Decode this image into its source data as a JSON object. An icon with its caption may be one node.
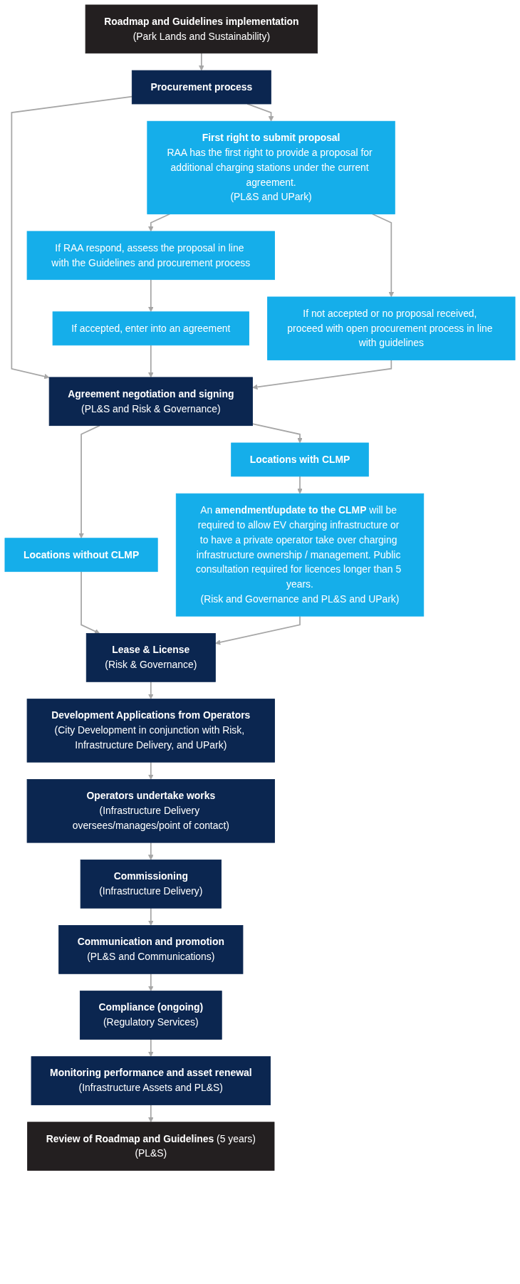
{
  "diagram": {
    "nodes": [
      {
        "text": [
          "Roadmap and Guidelines implementation",
          "(Park Lands and Sustainability)"
        ]
      },
      {
        "text": [
          "Procurement process"
        ]
      },
      {
        "text": [
          "First right to submit proposal",
          "RAA has the first right to provide a proposal for additional charging stations under the current agreement.",
          "(PL&S and UPark)"
        ]
      },
      {
        "text": [
          "If RAA respond, assess the proposal in line with the Guidelines and procurement process"
        ]
      },
      {
        "text": [
          "If not accepted or no proposal received, proceed with open procurement process in line with guidelines"
        ]
      },
      {
        "text": [
          "If accepted, enter into an agreement"
        ]
      },
      {
        "text": [
          "Agreement negotiation and signing",
          "(PL&S and Risk & Governance)"
        ]
      },
      {
        "text": [
          "Locations without CLMP"
        ]
      },
      {
        "text": [
          "Locations with CLMP"
        ]
      },
      {
        "text": [
          "An **amendment/update to the CLMP** will be required to allow EV charging infrastructure or to have a private operator take over charging infrastructure ownership / management. Public consultation required for licences longer than 5 years.",
          "(Risk and Governance and PL&S and UPark)"
        ]
      },
      {
        "text": [
          "Lease & License",
          "(Risk & Governance)"
        ]
      },
      {
        "text": [
          "Development Applications from Operators",
          "(City Development in conjunction with Risk, Infrastructure Delivery, and UPark)"
        ]
      },
      {
        "text": [
          "Operators undertake works",
          "(Infrastructure Delivery oversees/manages/point of contact)"
        ]
      },
      {
        "text": [
          "Commissioning",
          "(Infrastructure Delivery)"
        ]
      },
      {
        "text": [
          "Communication and promotion",
          "(PL&S and Communications)"
        ]
      },
      {
        "text": [
          "Compliance (ongoing)",
          "(Regulatory Services)"
        ]
      },
      {
        "text": [
          "Monitoring performance and asset renewal",
          "(Infrastructure Assets and PL&S)"
        ]
      },
      {
        "text": [
          "**Review of Roadmap and Guidelines** (5 years)",
          "(PL&S)"
        ]
      }
    ],
    "edges": [
      {
        "from": 0,
        "to": 1,
        "arrow": "to"
      },
      {
        "from": 1,
        "to": 2,
        "arrow": "to"
      },
      {
        "from": 1,
        "to": 6,
        "arrow": "to"
      },
      {
        "from": 2,
        "to": 3,
        "arrow": "to"
      },
      {
        "from": 2,
        "to": 4,
        "arrow": "to"
      },
      {
        "from": 3,
        "to": 5,
        "arrow": "to"
      },
      {
        "from": 5,
        "to": 6,
        "arrow": "to"
      },
      {
        "from": 4,
        "to": 6,
        "arrow": "to"
      },
      {
        "from": 6,
        "to": 7,
        "arrow": "to"
      },
      {
        "from": 6,
        "to": 8,
        "arrow": "to"
      },
      {
        "from": 7,
        "to": 10,
        "arrow": "to"
      },
      {
        "from": 8,
        "to": 9,
        "arrow": "to"
      },
      {
        "from": 9,
        "to": 10,
        "arrow": "to"
      },
      {
        "from": 10,
        "to": 11,
        "arrow": "to"
      },
      {
        "from": 11,
        "to": 12,
        "arrow": "to"
      },
      {
        "from": 12,
        "to": 13,
        "arrow": "to"
      },
      {
        "from": 13,
        "to": 14,
        "arrow": "to"
      },
      {
        "from": 14,
        "to": 15,
        "arrow": "to"
      },
      {
        "from": 15,
        "to": 16,
        "arrow": "to"
      },
      {
        "from": 16,
        "to": 17,
        "arrow": "to"
      }
    ]
  }
}
